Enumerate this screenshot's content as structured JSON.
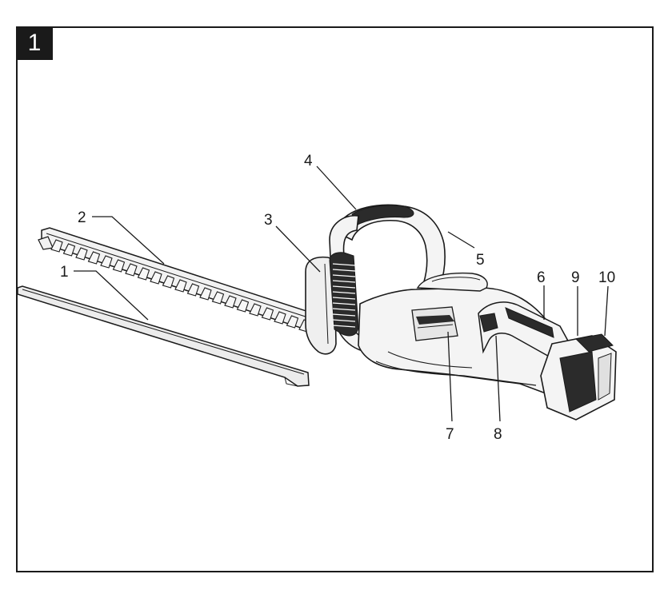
{
  "figure": {
    "number": "1",
    "callouts": [
      {
        "label": "1"
      },
      {
        "label": "2"
      },
      {
        "label": "3"
      },
      {
        "label": "4"
      },
      {
        "label": "5"
      },
      {
        "label": "6"
      },
      {
        "label": "7"
      },
      {
        "label": "8"
      },
      {
        "label": "9"
      },
      {
        "label": "10"
      }
    ]
  },
  "colors": {
    "line": "#1a1a1a",
    "body_fill": "#f4f4f4",
    "grip_fill": "#2b2b2b"
  }
}
